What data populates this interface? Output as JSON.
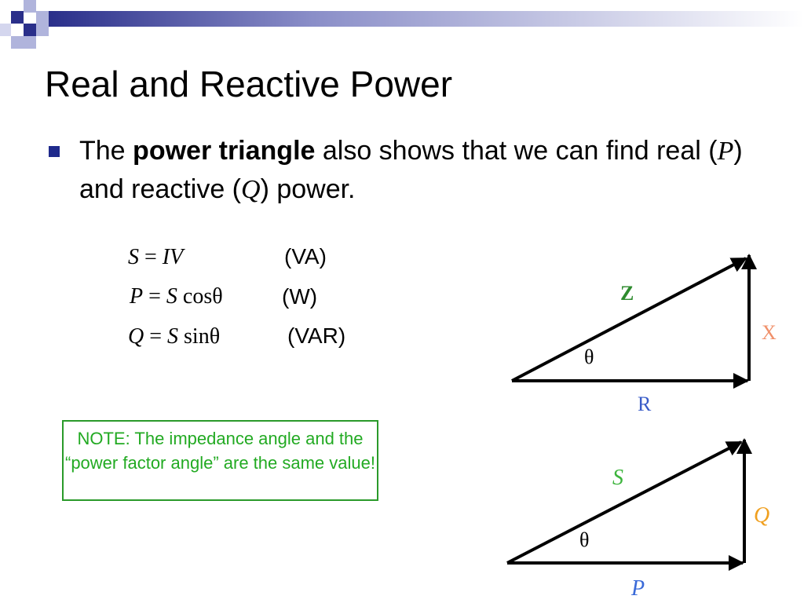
{
  "slide": {
    "title": "Real and Reactive Power",
    "bullet": {
      "prefix": "The ",
      "bold": "power triangle",
      "middle1": " also shows that we can find real (",
      "var_p": "P",
      "middle2": ") and reactive (",
      "var_q": "Q",
      "suffix": ") power."
    },
    "equations": [
      {
        "lhs": "S",
        "rhs_a": "IV",
        "rhs_b": "",
        "unit": "(VA)"
      },
      {
        "lhs": "P",
        "rhs_a": "S",
        "rhs_b": "cosθ",
        "unit": "(W)"
      },
      {
        "lhs": "Q",
        "rhs_a": "S",
        "rhs_b": "sinθ",
        "unit": "(VAR)"
      }
    ],
    "equals": "=",
    "note": "NOTE: The impedance angle and the “power factor angle” are the same value!",
    "impedance_triangle": {
      "hypotenuse": "Z",
      "vertical": "X",
      "horizontal": "R",
      "angle": "θ",
      "colors": {
        "hypotenuse": "#2e8b2e",
        "vertical": "#f0906a",
        "horizontal": "#3a5cc8"
      }
    },
    "power_triangle": {
      "hypotenuse": "S",
      "vertical": "Q",
      "horizontal": "P",
      "angle": "θ",
      "colors": {
        "hypotenuse": "#3cb43c",
        "vertical": "#f0a020",
        "horizontal": "#3a6ad8"
      }
    },
    "colors": {
      "bullet": "#1f2a8c",
      "note_text": "#22aa22",
      "note_border": "#2a9a2a"
    }
  }
}
